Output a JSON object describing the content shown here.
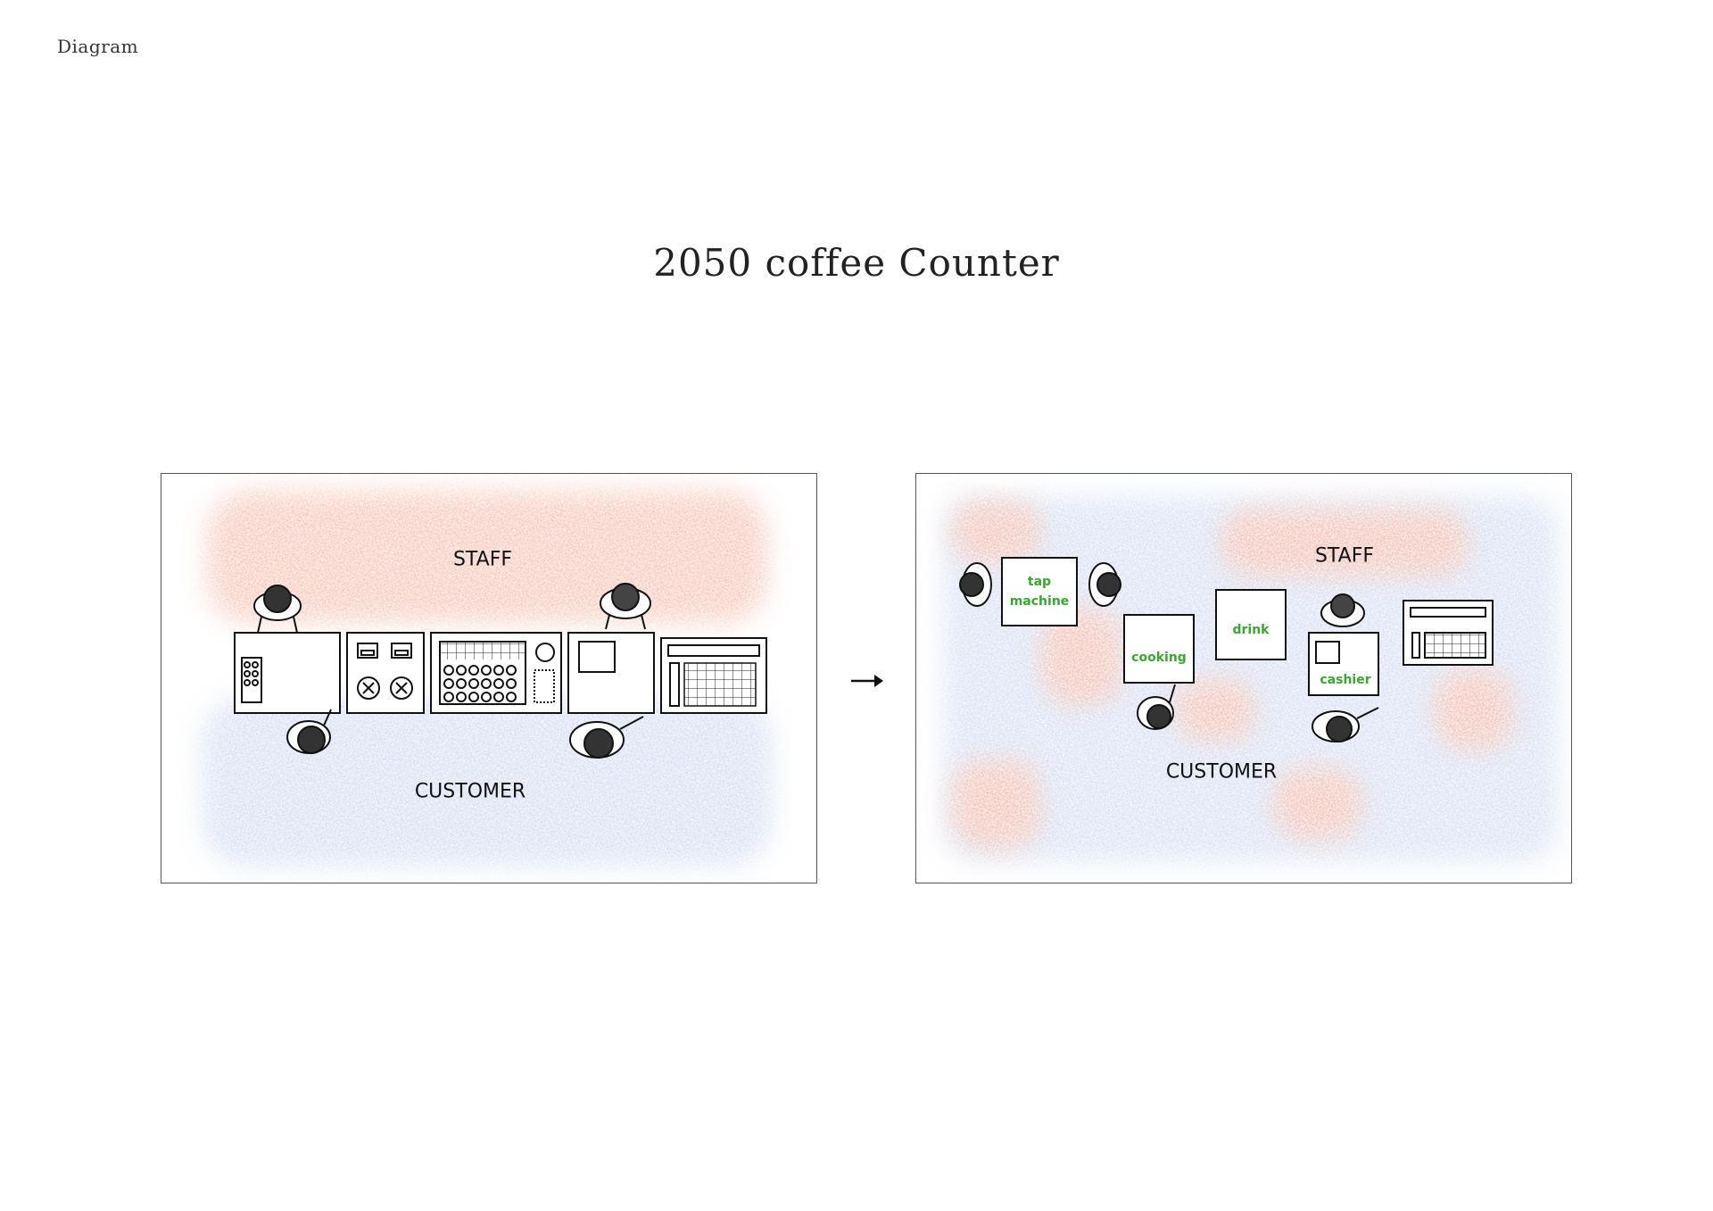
{
  "header": {
    "section": "Diagram",
    "title": "2050 coffee Counter"
  },
  "left_panel": {
    "staff_label": "STAFF",
    "customer_label": "CUSTOMER"
  },
  "right_panel": {
    "staff_label": "STAFF",
    "customer_label": "CUSTOMER",
    "stations": {
      "tap_line1": "tap",
      "tap_line2": "machine",
      "cooking": "cooking",
      "drink": "drink",
      "cashier": "cashier"
    }
  },
  "colors": {
    "staff_zone": "#e8694a",
    "customer_zone": "#8ea7dc",
    "station_text": "#3aa631"
  }
}
